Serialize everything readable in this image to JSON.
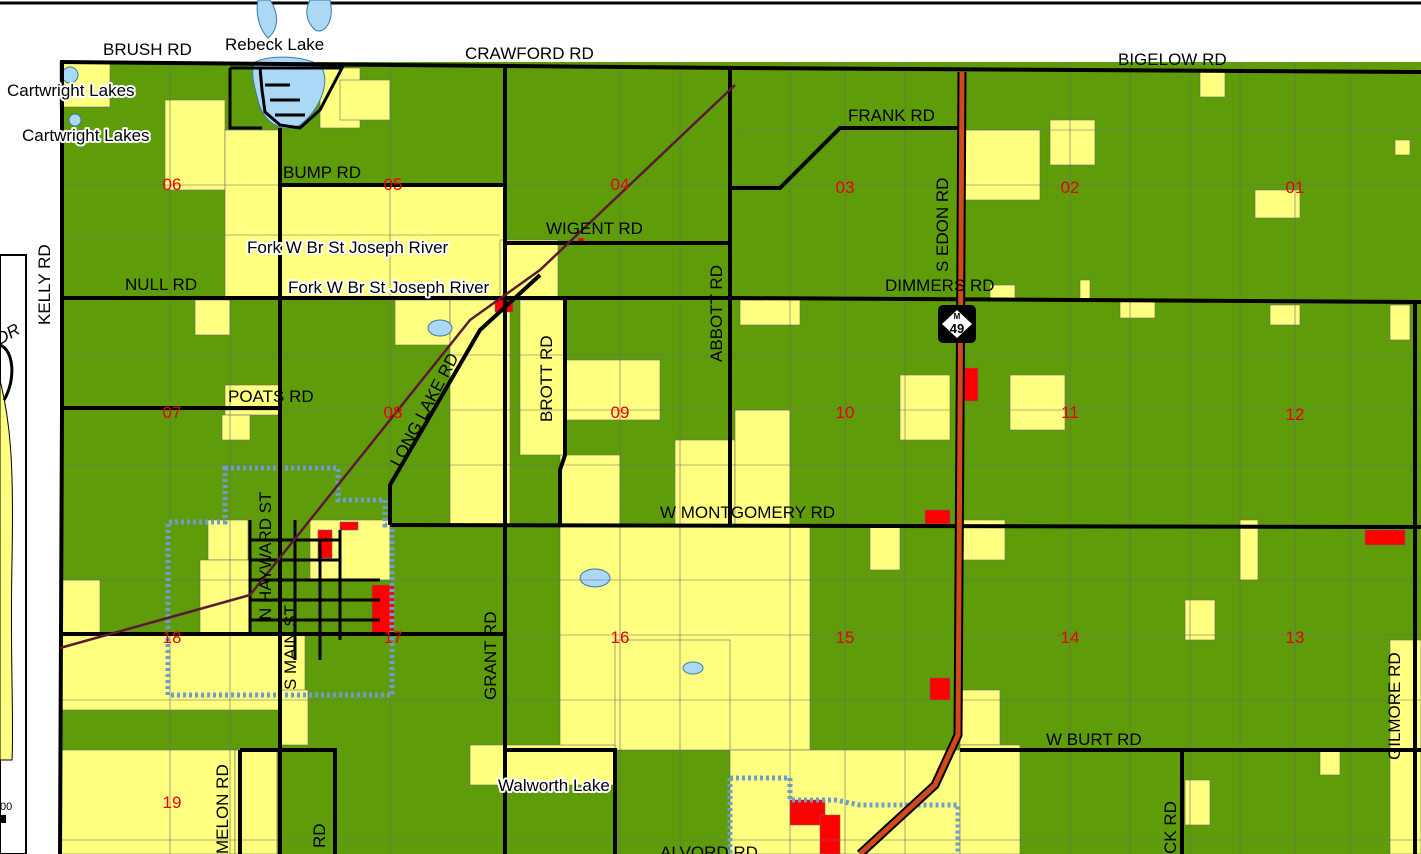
{
  "colors": {
    "agriculture": "#5f9c0a",
    "residential": "#ffff80",
    "commercial": "#ff0000",
    "water": "#aad8f5",
    "road": "#000000",
    "highway": "#d2491e",
    "boundary_dotted": "#6f9ccc",
    "section_label": "#e8000b"
  },
  "roads": {
    "brush": "BRUSH RD",
    "crawford": "CRAWFORD RD",
    "bigelow": "BIGELOW RD",
    "frank": "FRANK RD",
    "bump": "BUMP RD",
    "wigent": "WIGENT RD",
    "null": "NULL RD",
    "dimmers": "DIMMERS RD",
    "poats": "POATS RD",
    "w_montgomery": "W MONTGOMERY RD",
    "w_burt": "W BURT RD",
    "alvord": "ALVORD RD",
    "kelly": "KELLY RD",
    "s_edon": "S EDON RD",
    "abbott": "ABBOTT RD",
    "brott": "BROTT RD",
    "long_lake": "LONG LAKE RD",
    "hayward": "N HAYWARD ST",
    "s_main": "S MAIN ST",
    "grant": "GRANT RD",
    "melon": "MELON RD",
    "rd_short": "RD",
    "ck_rd": "CK RD",
    "gilmore": "GILMORE RD",
    "dr_partial": "DR"
  },
  "water_labels": {
    "rebeck": "Rebeck Lake",
    "cartwright_1": "Cartwright Lakes",
    "cartwright_2": "Cartwright Lakes",
    "fork_1": "Fork W Br St Joseph River",
    "fork_2": "Fork W Br St Joseph River",
    "walworth": "Walworth Lake"
  },
  "sections": [
    "06",
    "05",
    "04",
    "03",
    "02",
    "01",
    "07",
    "08",
    "09",
    "10",
    "11",
    "12",
    "18",
    "17",
    "16",
    "15",
    "14",
    "13",
    "19"
  ],
  "highway_shield": {
    "top": "M",
    "number": "49",
    "icon": "michigan-route-shield-icon"
  },
  "inset_partial_text": "00"
}
